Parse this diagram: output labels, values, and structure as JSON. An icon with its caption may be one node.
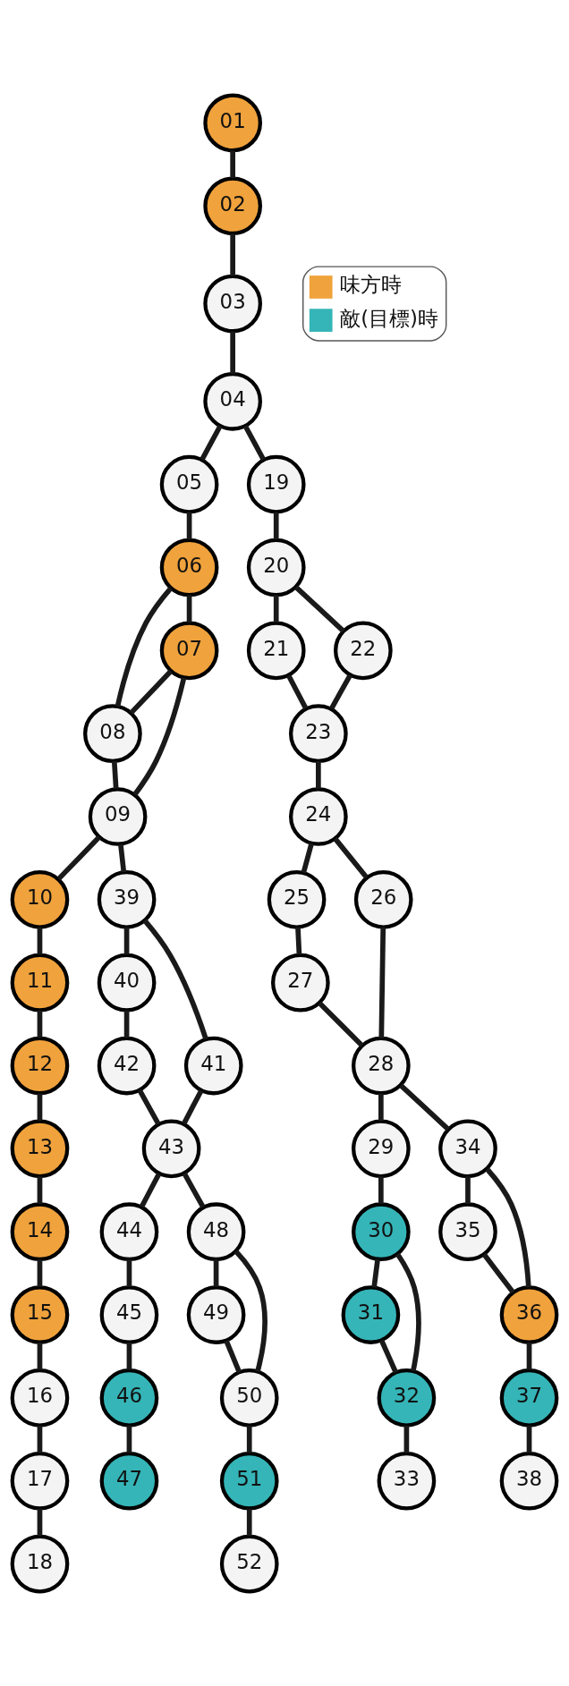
{
  "diagram": {
    "nodes": [
      {
        "text": [
          "01"
        ]
      },
      {
        "text": [
          "02"
        ]
      },
      {
        "text": [
          "03"
        ]
      },
      {
        "text": [
          "04"
        ]
      },
      {
        "text": [
          "05"
        ]
      },
      {
        "text": [
          "06"
        ]
      },
      {
        "text": [
          "07"
        ]
      },
      {
        "text": [
          "08"
        ]
      },
      {
        "text": [
          "09"
        ]
      },
      {
        "text": [
          "10"
        ]
      },
      {
        "text": [
          "11"
        ]
      },
      {
        "text": [
          "12"
        ]
      },
      {
        "text": [
          "13"
        ]
      },
      {
        "text": [
          "14"
        ]
      },
      {
        "text": [
          "15"
        ]
      },
      {
        "text": [
          "16"
        ]
      },
      {
        "text": [
          "17"
        ]
      },
      {
        "text": [
          "18"
        ]
      },
      {
        "text": [
          "19"
        ]
      },
      {
        "text": [
          "20"
        ]
      },
      {
        "text": [
          "21"
        ]
      },
      {
        "text": [
          "22"
        ]
      },
      {
        "text": [
          "23"
        ]
      },
      {
        "text": [
          "24"
        ]
      },
      {
        "text": [
          "25"
        ]
      },
      {
        "text": [
          "26"
        ]
      },
      {
        "text": [
          "27"
        ]
      },
      {
        "text": [
          "28"
        ]
      },
      {
        "text": [
          "29"
        ]
      },
      {
        "text": [
          "30"
        ]
      },
      {
        "text": [
          "31"
        ]
      },
      {
        "text": [
          "32"
        ]
      },
      {
        "text": [
          "33"
        ]
      },
      {
        "text": [
          "34"
        ]
      },
      {
        "text": [
          "35"
        ]
      },
      {
        "text": [
          "36"
        ]
      },
      {
        "text": [
          "37"
        ]
      },
      {
        "text": [
          "38"
        ]
      },
      {
        "text": [
          "39"
        ]
      },
      {
        "text": [
          "40"
        ]
      },
      {
        "text": [
          "41"
        ]
      },
      {
        "text": [
          "42"
        ]
      },
      {
        "text": [
          "43"
        ]
      },
      {
        "text": [
          "44"
        ]
      },
      {
        "text": [
          "45"
        ]
      },
      {
        "text": [
          "46"
        ]
      },
      {
        "text": [
          "47"
        ]
      },
      {
        "text": [
          "48"
        ]
      },
      {
        "text": [
          "49"
        ]
      },
      {
        "text": [
          "50"
        ]
      },
      {
        "text": [
          "51"
        ]
      },
      {
        "text": [
          "52"
        ]
      }
    ],
    "edges": [
      {
        "from": 0,
        "to": 1,
        "arrow": "none"
      },
      {
        "from": 1,
        "to": 2,
        "arrow": "none"
      },
      {
        "from": 2,
        "to": 3,
        "arrow": "none"
      },
      {
        "from": 3,
        "to": 18,
        "arrow": "none"
      },
      {
        "from": 3,
        "to": 4,
        "arrow": "none"
      },
      {
        "from": 4,
        "to": 5,
        "arrow": "none"
      },
      {
        "from": 5,
        "to": 6,
        "arrow": "none"
      },
      {
        "from": 5,
        "to": 7,
        "arrow": "none"
      },
      {
        "from": 6,
        "to": 7,
        "arrow": "none"
      },
      {
        "from": 6,
        "to": 8,
        "arrow": "none"
      },
      {
        "from": 7,
        "to": 8,
        "arrow": "none"
      },
      {
        "from": 8,
        "to": 9,
        "arrow": "none"
      },
      {
        "from": 8,
        "to": 38,
        "arrow": "none"
      },
      {
        "from": 9,
        "to": 10,
        "arrow": "none"
      },
      {
        "from": 10,
        "to": 11,
        "arrow": "none"
      },
      {
        "from": 11,
        "to": 12,
        "arrow": "none"
      },
      {
        "from": 12,
        "to": 13,
        "arrow": "none"
      },
      {
        "from": 13,
        "to": 14,
        "arrow": "none"
      },
      {
        "from": 14,
        "to": 15,
        "arrow": "none"
      },
      {
        "from": 15,
        "to": 16,
        "arrow": "none"
      },
      {
        "from": 16,
        "to": 17,
        "arrow": "none"
      },
      {
        "from": 18,
        "to": 19,
        "arrow": "none"
      },
      {
        "from": 19,
        "to": 21,
        "arrow": "none"
      },
      {
        "from": 19,
        "to": 20,
        "arrow": "none"
      },
      {
        "from": 21,
        "to": 22,
        "arrow": "none"
      },
      {
        "from": 20,
        "to": 22,
        "arrow": "none"
      },
      {
        "from": 22,
        "to": 23,
        "arrow": "none"
      },
      {
        "from": 23,
        "to": 25,
        "arrow": "none"
      },
      {
        "from": 23,
        "to": 24,
        "arrow": "none"
      },
      {
        "from": 24,
        "to": 26,
        "arrow": "none"
      },
      {
        "from": 25,
        "to": 27,
        "arrow": "none"
      },
      {
        "from": 26,
        "to": 27,
        "arrow": "none"
      },
      {
        "from": 27,
        "to": 28,
        "arrow": "none"
      },
      {
        "from": 27,
        "to": 33,
        "arrow": "none"
      },
      {
        "from": 28,
        "to": 29,
        "arrow": "none"
      },
      {
        "from": 29,
        "to": 30,
        "arrow": "none"
      },
      {
        "from": 29,
        "to": 31,
        "arrow": "none"
      },
      {
        "from": 30,
        "to": 31,
        "arrow": "none"
      },
      {
        "from": 31,
        "to": 32,
        "arrow": "none"
      },
      {
        "from": 33,
        "to": 34,
        "arrow": "none"
      },
      {
        "from": 33,
        "to": 35,
        "arrow": "none"
      },
      {
        "from": 34,
        "to": 35,
        "arrow": "none"
      },
      {
        "from": 35,
        "to": 36,
        "arrow": "none"
      },
      {
        "from": 36,
        "to": 37,
        "arrow": "none"
      },
      {
        "from": 38,
        "to": 39,
        "arrow": "none"
      },
      {
        "from": 38,
        "to": 40,
        "arrow": "none"
      },
      {
        "from": 39,
        "to": 41,
        "arrow": "none"
      },
      {
        "from": 41,
        "to": 42,
        "arrow": "none"
      },
      {
        "from": 40,
        "to": 42,
        "arrow": "none"
      },
      {
        "from": 42,
        "to": 43,
        "arrow": "none"
      },
      {
        "from": 42,
        "to": 47,
        "arrow": "none"
      },
      {
        "from": 43,
        "to": 44,
        "arrow": "none"
      },
      {
        "from": 44,
        "to": 45,
        "arrow": "none"
      },
      {
        "from": 45,
        "to": 46,
        "arrow": "none"
      },
      {
        "from": 47,
        "to": 48,
        "arrow": "none"
      },
      {
        "from": 47,
        "to": 49,
        "arrow": "none"
      },
      {
        "from": 48,
        "to": 49,
        "arrow": "none"
      },
      {
        "from": 49,
        "to": 50,
        "arrow": "none"
      },
      {
        "from": 50,
        "to": 51,
        "arrow": "none"
      }
    ],
    "legend": [
      {
        "text": "味方時",
        "color": "#f0a23c"
      },
      {
        "text": "敵(目標)時",
        "color": "#35b5b8"
      }
    ]
  }
}
